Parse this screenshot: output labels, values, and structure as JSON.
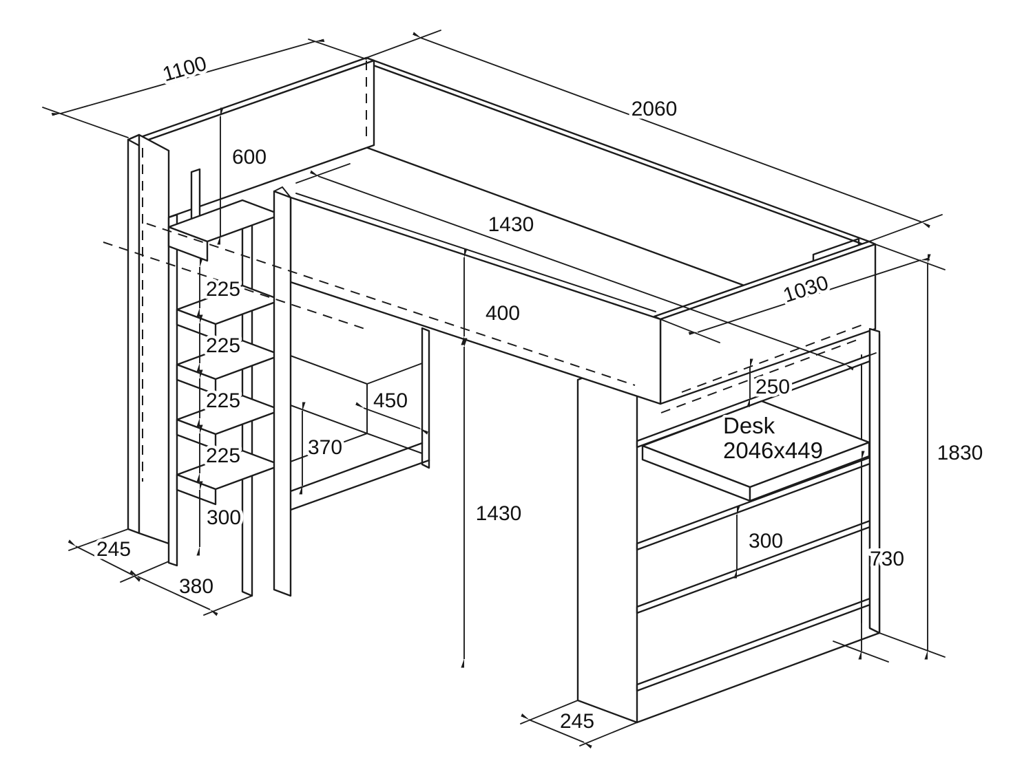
{
  "drawing": {
    "type": "technical-dimension-drawing",
    "subject": "loft bed with storage steps, desk and bookcase",
    "desk_label": {
      "line1": "Desk",
      "line2": "2046x449"
    },
    "dimensions": {
      "overall_width": "1100",
      "overall_length": "2060",
      "headboard_height": "600",
      "bed_interior_length": "1430",
      "side_rail_height": "400",
      "foot_width": "1030",
      "step_spacing": "225",
      "shelf_width": "450",
      "shelf_opening_height": "370",
      "under_bed_clearance": "250",
      "floor_to_bed_height": "1430",
      "bottom_step_height": "300",
      "ladder_panel_depth": "245",
      "step_unit_depth": "380",
      "shelf_gap": "300",
      "desk_height": "730",
      "total_height": "1830",
      "shelf_unit_depth": "245"
    }
  }
}
